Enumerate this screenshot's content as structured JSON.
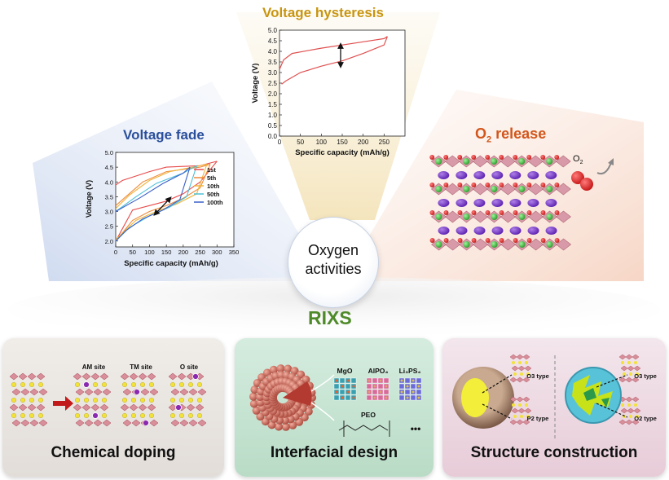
{
  "center": {
    "line1": "Oxygen",
    "line2": "activities"
  },
  "method": "RIXS",
  "sections": {
    "voltage_hysteresis": {
      "title": "Voltage hysteresis"
    },
    "voltage_fade": {
      "title": "Voltage fade"
    },
    "o2_release": {
      "title_main": "O",
      "title_sub": "2",
      "title_rest": " release",
      "molecule_main": "O",
      "molecule_sub": "2"
    }
  },
  "panels": {
    "chemical_doping": {
      "title": "Chemical doping",
      "labels": [
        "AM site",
        "TM site",
        "O site"
      ]
    },
    "interfacial_design": {
      "title": "Interfacial design",
      "coatings": [
        "MgO",
        "AlPO₄",
        "Li₃PS₄"
      ],
      "polymer": "PEO",
      "more": "•••"
    },
    "structure_construction": {
      "title": "Structure construction",
      "types": [
        "O3 type",
        "P2 type",
        "O3 type",
        "O2 type"
      ]
    }
  },
  "colors": {
    "fade_blue": "#2a4f9c",
    "release_orange": "#d2561c",
    "hysteresis_gold": "#c8950f",
    "rixs_green": "#4f8a2a",
    "curve_red": "#e05050"
  },
  "chart_data": [
    {
      "type": "line",
      "xlabel": "Specific capacity (mAh/g)",
      "ylabel": "Voltage (V)",
      "xlim": [
        0,
        300
      ],
      "ylim": [
        0,
        5.0
      ],
      "xticks": [
        0,
        50,
        100,
        150,
        200,
        250
      ],
      "yticks": [
        0.0,
        0.5,
        1.0,
        1.5,
        2.0,
        2.5,
        3.0,
        3.5,
        4.0,
        4.5,
        5.0
      ],
      "series": [
        {
          "charge": [
            [
              0,
              3.15
            ],
            [
              10,
              3.6
            ],
            [
              30,
              3.9
            ],
            [
              100,
              4.15
            ],
            [
              200,
              4.45
            ],
            [
              250,
              4.6
            ],
            [
              258,
              4.7
            ]
          ],
          "discharge": [
            [
              258,
              4.7
            ],
            [
              250,
              4.3
            ],
            [
              200,
              3.9
            ],
            [
              150,
              3.55
            ],
            [
              100,
              3.3
            ],
            [
              50,
              3.0
            ],
            [
              15,
              2.6
            ],
            [
              5,
              2.45
            ]
          ]
        }
      ]
    },
    {
      "type": "line",
      "xlabel": "Specific capacity (mAh/g)",
      "ylabel": "Voltage (V)",
      "xlim": [
        0,
        350
      ],
      "ylim": [
        1.8,
        5.0
      ],
      "xticks": [
        0,
        50,
        100,
        150,
        200,
        250,
        300,
        350
      ],
      "yticks": [
        2.0,
        2.5,
        3.0,
        3.5,
        4.0,
        4.5,
        5.0
      ],
      "legend": "top-right",
      "series": [
        {
          "name": "1st",
          "color": "#e84a4a",
          "charge": [
            [
              0,
              3.9
            ],
            [
              20,
              4.05
            ],
            [
              100,
              4.35
            ],
            [
              150,
              4.5
            ],
            [
              250,
              4.55
            ],
            [
              300,
              4.7
            ]
          ],
          "discharge": [
            [
              300,
              4.7
            ],
            [
              250,
              4.0
            ],
            [
              200,
              3.6
            ],
            [
              150,
              3.35
            ],
            [
              100,
              3.2
            ],
            [
              50,
              3.05
            ],
            [
              0,
              2.0
            ]
          ]
        },
        {
          "name": "5th",
          "color": "#ee8a3a",
          "charge": [
            [
              0,
              3.2
            ],
            [
              30,
              3.5
            ],
            [
              80,
              4.0
            ],
            [
              150,
              4.35
            ],
            [
              250,
              4.5
            ],
            [
              280,
              4.6
            ]
          ],
          "discharge": [
            [
              280,
              4.6
            ],
            [
              250,
              3.8
            ],
            [
              200,
              3.45
            ],
            [
              150,
              3.2
            ],
            [
              100,
              3.0
            ],
            [
              50,
              2.7
            ],
            [
              0,
              2.0
            ]
          ]
        },
        {
          "name": "10th",
          "color": "#f0b43a",
          "charge": [
            [
              0,
              3.1
            ],
            [
              40,
              3.55
            ],
            [
              100,
              4.05
            ],
            [
              160,
              4.35
            ],
            [
              250,
              4.55
            ],
            [
              270,
              4.6
            ]
          ],
          "discharge": [
            [
              270,
              4.6
            ],
            [
              240,
              3.6
            ],
            [
              180,
              3.25
            ],
            [
              120,
              3.0
            ],
            [
              60,
              2.7
            ],
            [
              0,
              2.05
            ]
          ]
        },
        {
          "name": "50th",
          "color": "#4cc0d8",
          "charge": [
            [
              0,
              3.0
            ],
            [
              60,
              3.5
            ],
            [
              120,
              3.95
            ],
            [
              200,
              4.3
            ],
            [
              240,
              4.55
            ]
          ],
          "discharge": [
            [
              240,
              4.55
            ],
            [
              210,
              3.5
            ],
            [
              160,
              3.15
            ],
            [
              100,
              2.85
            ],
            [
              40,
              2.45
            ],
            [
              0,
              2.0
            ]
          ]
        },
        {
          "name": "100th",
          "color": "#3a5fc8",
          "charge": [
            [
              0,
              3.0
            ],
            [
              70,
              3.45
            ],
            [
              140,
              3.95
            ],
            [
              200,
              4.3
            ],
            [
              220,
              4.5
            ]
          ],
          "discharge": [
            [
              220,
              4.5
            ],
            [
              190,
              3.4
            ],
            [
              140,
              3.05
            ],
            [
              80,
              2.75
            ],
            [
              30,
              2.35
            ],
            [
              0,
              2.0
            ]
          ]
        }
      ]
    }
  ]
}
